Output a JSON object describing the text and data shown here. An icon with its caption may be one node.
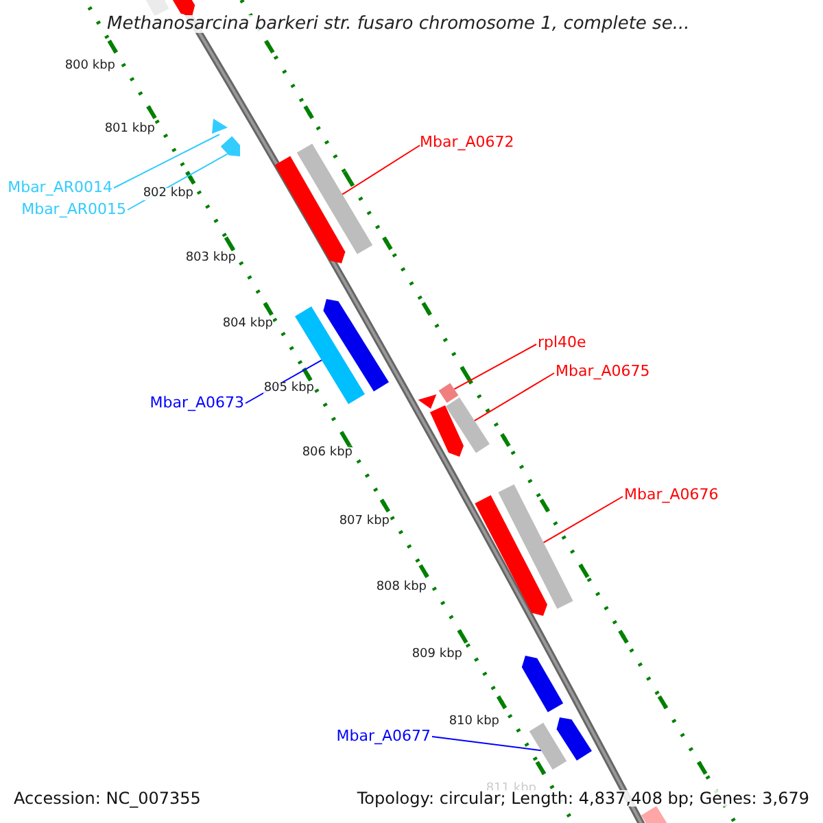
{
  "diagram": {
    "title": "Methanosarcina barkeri str. fusaro chromosome 1, complete se...",
    "nodes": [
      {
        "text": [
          "Mbar_A0672"
        ]
      },
      {
        "text": [
          "Mbar_AR0014"
        ]
      },
      {
        "text": [
          "Mbar_AR0015"
        ]
      },
      {
        "text": [
          "Mbar_A0673"
        ]
      },
      {
        "text": [
          "rpl40e"
        ]
      },
      {
        "text": [
          "Mbar_A0675"
        ]
      },
      {
        "text": [
          "Mbar_A0676"
        ]
      },
      {
        "text": [
          "Mbar_A0677"
        ]
      },
      {
        "text": [],
        "shape": "bar"
      },
      {
        "text": [],
        "shape": "triangle"
      },
      {
        "text": [],
        "shape": "pentagon"
      },
      {
        "text": [],
        "shape": "bar"
      },
      {
        "text": [],
        "shape": "bar"
      },
      {
        "text": [],
        "shape": "bar"
      },
      {
        "text": [],
        "shape": "bar"
      },
      {
        "text": [],
        "shape": "bar"
      },
      {
        "text": [],
        "shape": "arrow"
      },
      {
        "text": [],
        "shape": "bar"
      },
      {
        "text": [],
        "shape": "arrow"
      },
      {
        "text": [],
        "shape": "arrow"
      },
      {
        "text": [],
        "shape": "triangle"
      },
      {
        "text": [],
        "shape": "arrow"
      },
      {
        "text": [],
        "shape": "arrow"
      },
      {
        "text": [],
        "shape": "arrow"
      },
      {
        "text": [],
        "shape": "arrow"
      },
      {
        "text": [],
        "shape": "arrow"
      }
    ],
    "edges": [
      {
        "from": 0,
        "to": 8,
        "arrow": "none"
      },
      {
        "from": 1,
        "to": 9,
        "arrow": "none",
        "color": "#33ccff"
      },
      {
        "from": 2,
        "to": 10,
        "arrow": "none",
        "color": "#33ccff"
      },
      {
        "from": 3,
        "to": 11,
        "arrow": "none",
        "color": "#0000ff"
      },
      {
        "from": 4,
        "to": 12,
        "arrow": "none"
      },
      {
        "from": 5,
        "to": 13,
        "arrow": "none"
      },
      {
        "from": 6,
        "to": 14,
        "arrow": "none"
      },
      {
        "from": 7,
        "to": 15,
        "arrow": "none",
        "color": "#0000ff"
      }
    ],
    "labels": [
      "800 kbp",
      "801 kbp",
      "802 kbp",
      "803 kbp",
      "804 kbp",
      "805 kbp",
      "806 kbp",
      "807 kbp",
      "808 kbp",
      "809 kbp",
      "810 kbp",
      "811 kbp",
      "Accession: NC_007355",
      "Topology: circular; Length: 4,837,408 bp; Genes: 3,679"
    ]
  }
}
